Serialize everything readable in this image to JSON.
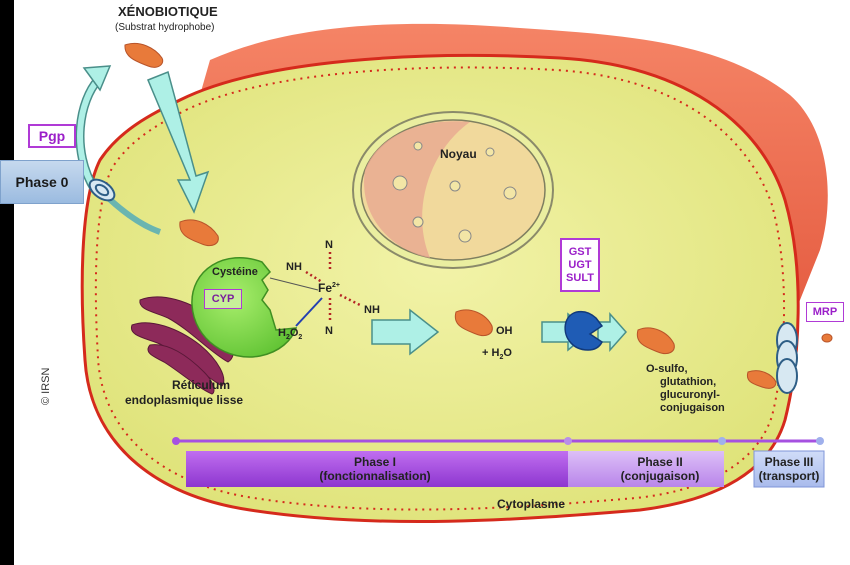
{
  "xenobiotic": {
    "title": "XÉNOBIOTIQUE",
    "subtitle": "(Substrat hydrophobe)"
  },
  "pgp_label": "Pgp",
  "phase0_label": "Phase 0",
  "nucleus_label": "Noyau",
  "cysteine_label": "Cystéine",
  "cyp_label": "CYP",
  "heme": {
    "fe": "Fe",
    "fe_charge": "2+",
    "n1": "N",
    "n2": "N",
    "nh1": "NH",
    "nh2": "NH",
    "h2o2_h": "H",
    "h2o2_2": "2",
    "h2o2_o": "O",
    "h2o2_2b": "2"
  },
  "reticulum_label": [
    "Réticulum",
    "endoplasmique lisse"
  ],
  "oh_label": "OH",
  "water_label": [
    "+ H",
    "2",
    "O"
  ],
  "enzymes": [
    "GST",
    "UGT",
    "SULT"
  ],
  "conjugation_label": [
    "O-sulfo,",
    "glutathion,",
    "glucuronyl-",
    "conjugaison"
  ],
  "mrp_label": "MRP",
  "credit": "© IRSN",
  "cytoplasm_label": "Cytoplasme",
  "phases": [
    {
      "title": "Phase I",
      "subtitle": "(fonctionnalisation)"
    },
    {
      "title": "Phase II",
      "subtitle": "(conjugaison)"
    },
    {
      "title": "Phase III",
      "subtitle": "(transport)"
    }
  ],
  "colors": {
    "tissue": "#f06a4e",
    "cell": "#e8eb8a",
    "membrane": "#d52a1c",
    "nucleus": "#f3d79a",
    "phase1": "#a651e0",
    "phase2": "#c89ef0",
    "phase3": "#b9c8f2",
    "enzyme": "#b03ad6"
  }
}
